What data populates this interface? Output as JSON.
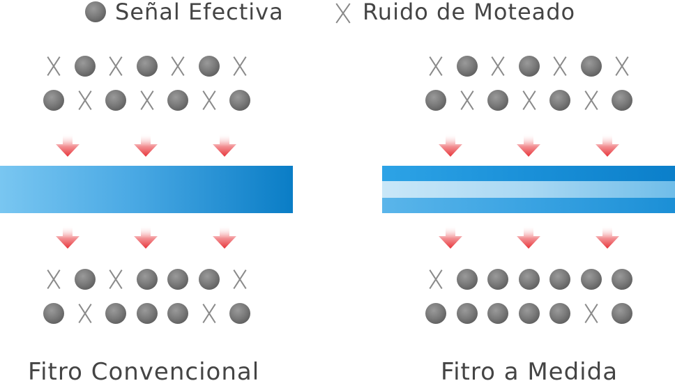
{
  "legend": {
    "signal_label": "Señal Efectiva",
    "noise_label": "Ruido de Moteado"
  },
  "panels": [
    {
      "caption": "Fitro Convencional",
      "filter_style": "gradient-solid",
      "input_rows": [
        [
          "X",
          "O",
          "X",
          "O",
          "X",
          "O",
          "X"
        ],
        [
          "O",
          "X",
          "O",
          "X",
          "O",
          "X",
          "O"
        ]
      ],
      "output_rows": [
        [
          "X",
          "O",
          "X",
          "O",
          "O",
          "O",
          "X"
        ],
        [
          "O",
          "X",
          "O",
          "O",
          "O",
          "X",
          "O"
        ]
      ]
    },
    {
      "caption": "Fitro a Medida",
      "filter_style": "three-band",
      "input_rows": [
        [
          "X",
          "O",
          "X",
          "O",
          "X",
          "O",
          "X"
        ],
        [
          "O",
          "X",
          "O",
          "X",
          "O",
          "X",
          "O"
        ]
      ],
      "output_rows": [
        [
          "X",
          "O",
          "O",
          "O",
          "O",
          "O",
          "O"
        ],
        [
          "O",
          "O",
          "O",
          "O",
          "O",
          "X",
          "O"
        ]
      ]
    }
  ],
  "colors": {
    "signal_dot": "#7a7a7a",
    "noise_x": "#8a8a8a",
    "arrow": "#e8363c",
    "filter_light": "#79c6f1",
    "filter_dark": "#0a7dc6"
  }
}
